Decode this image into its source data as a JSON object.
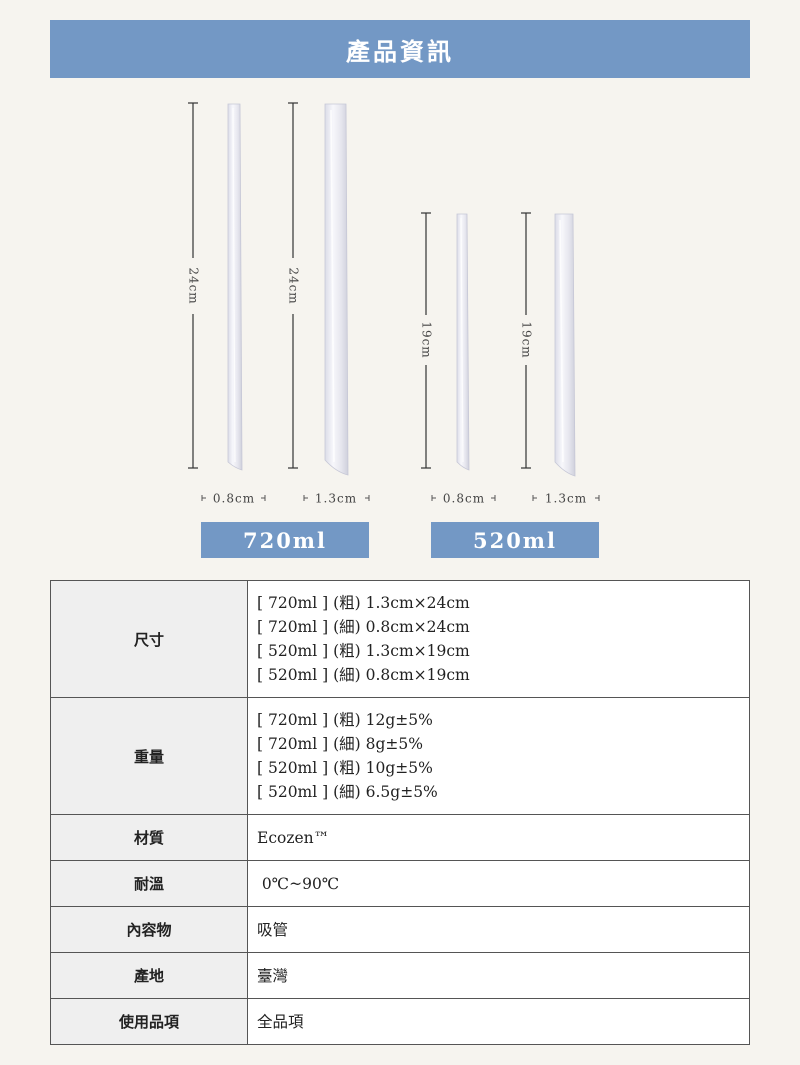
{
  "header": {
    "title": "產品資訊"
  },
  "straws": [
    {
      "height_label": "24cm",
      "width_label": "0.8cm"
    },
    {
      "height_label": "24cm",
      "width_label": "1.3cm"
    },
    {
      "height_label": "19cm",
      "width_label": "0.8cm"
    },
    {
      "height_label": "19cm",
      "width_label": "1.3cm"
    }
  ],
  "capacities": [
    "720ml",
    "520ml"
  ],
  "specs": [
    {
      "label": "尺寸",
      "lines": [
        "[ 720ml ] (粗) 1.3cm×24cm",
        "[ 720ml ] (細) 0.8cm×24cm",
        "[ 520ml ] (粗) 1.3cm×19cm",
        "[ 520ml ] (細) 0.8cm×19cm"
      ]
    },
    {
      "label": "重量",
      "lines": [
        "[ 720ml ] (粗) 12g±5%",
        "[ 720ml ] (細) 8g±5%",
        "[ 520ml ] (粗) 10g±5%",
        "[ 520ml ] (細) 6.5g±5%"
      ]
    },
    {
      "label": "材質",
      "lines": [
        "Ecozen™"
      ]
    },
    {
      "label": "耐溫",
      "lines": [
        " 0℃~90℃"
      ]
    },
    {
      "label": "內容物",
      "lines": [
        "吸管"
      ]
    },
    {
      "label": "產地",
      "lines": [
        "臺灣"
      ]
    },
    {
      "label": "使用品項",
      "lines": [
        "全品項"
      ]
    }
  ]
}
